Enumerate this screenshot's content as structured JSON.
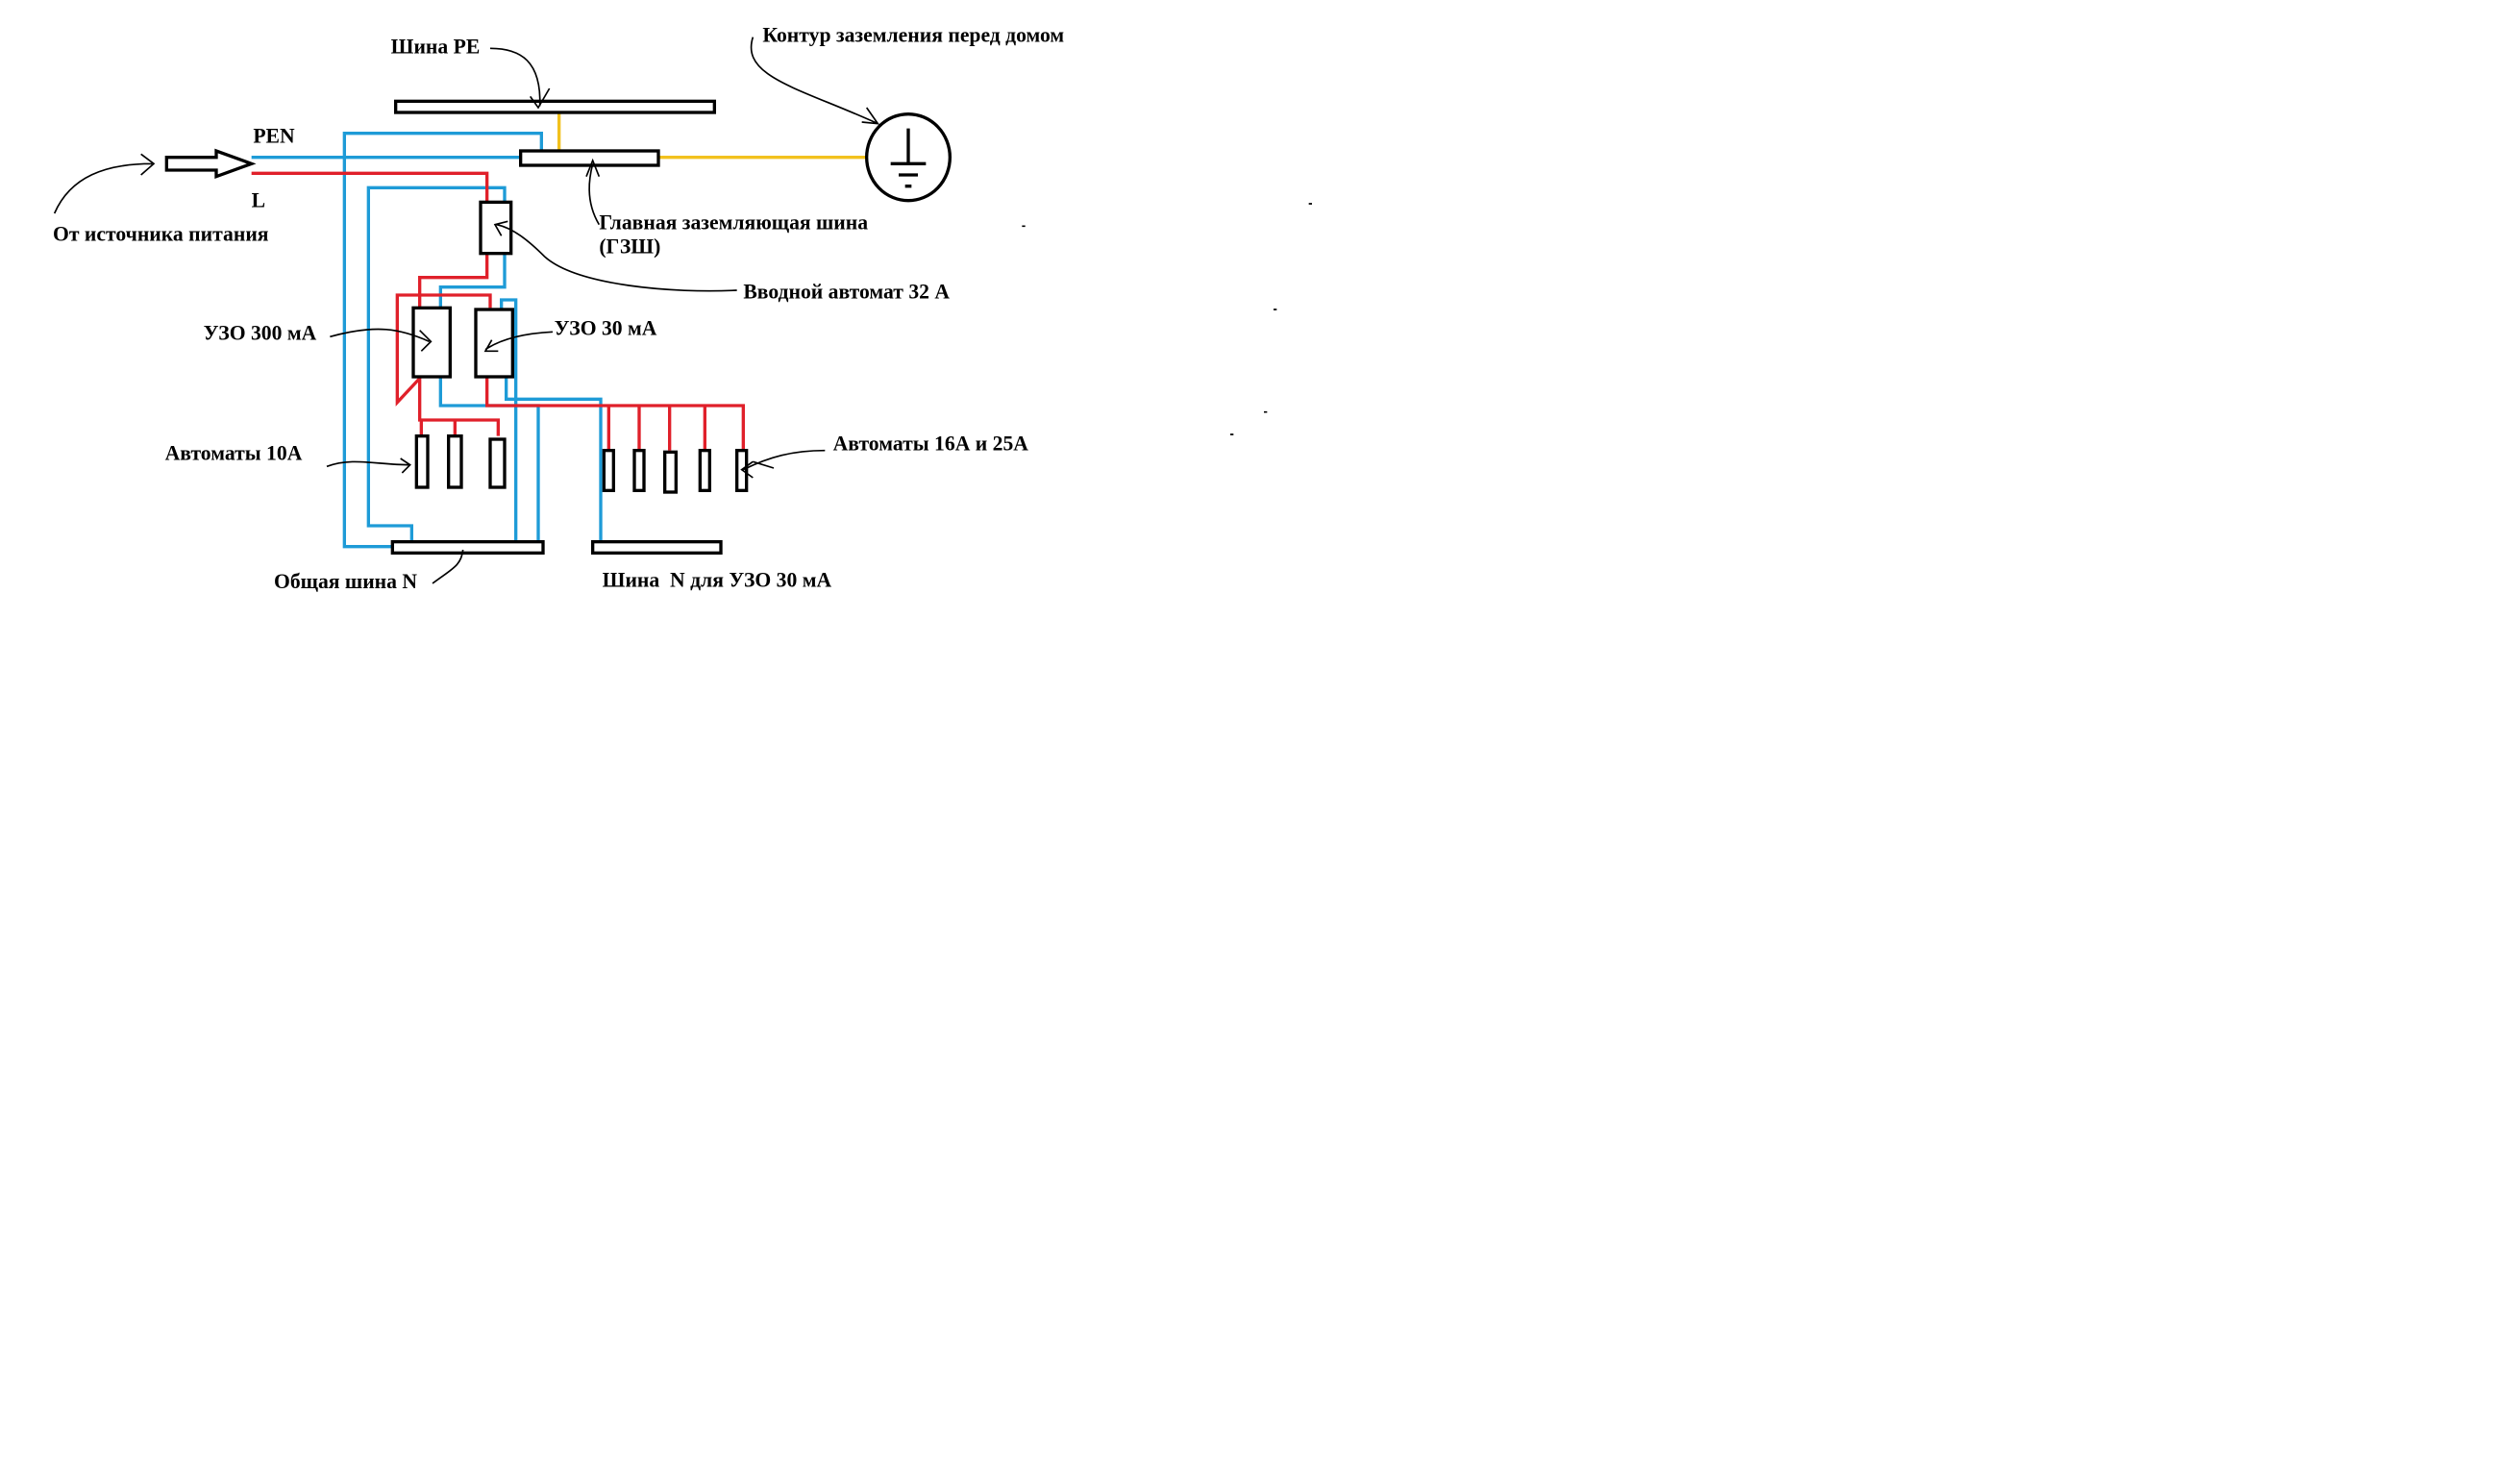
{
  "diagram": {
    "labels": {
      "pe_bus": "Шина PE",
      "ground_loop": "Контур заземления перед домом",
      "pen": "PEN",
      "l": "L",
      "source": "От источника питания",
      "main_ground_bus": "Главная заземляющая шина",
      "main_ground_bus_abbr": "(ГЗШ)",
      "input_breaker": "Вводной автомат 32 А",
      "rcd_300": "УЗО 300 мА",
      "rcd_30": "УЗО 30 мА",
      "breakers_10a": "Автоматы 10А",
      "breakers_16_25a": "Автоматы 16А и 25А",
      "common_n_bus": "Общая шина N",
      "n_bus_rcd30": "Шина  N для УЗО 30 мА"
    },
    "colors": {
      "neutral": "#1e9bd7",
      "phase": "#e0202a",
      "ground": "#f2c11d"
    }
  }
}
